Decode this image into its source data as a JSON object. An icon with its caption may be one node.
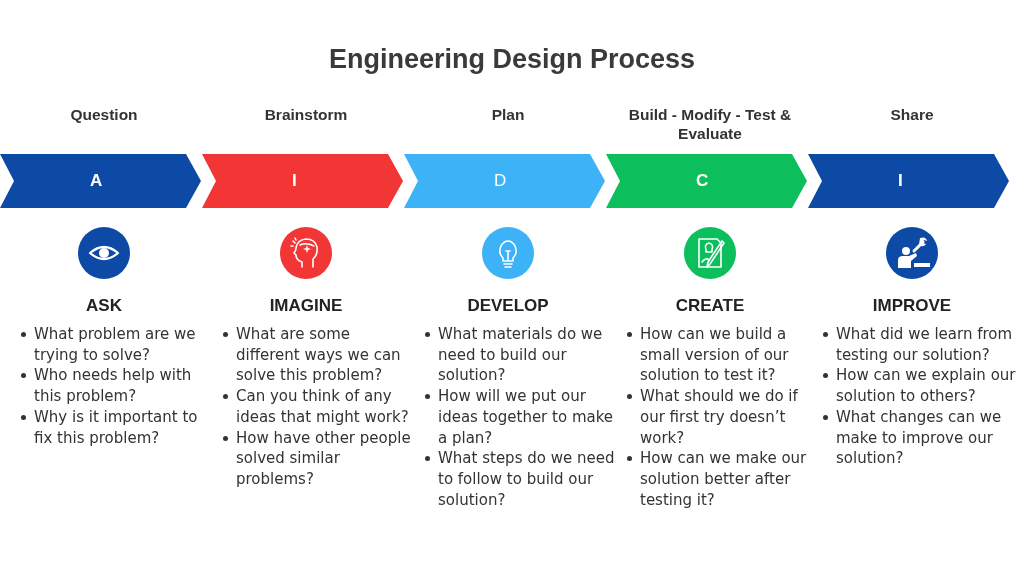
{
  "diagram": {
    "title": "Engineering Design Process",
    "nodes": [
      {
        "text": [
          "A"
        ],
        "beside": [
          "Question"
        ]
      },
      {
        "text": [
          "I"
        ],
        "beside": [
          "Brainstorm"
        ]
      },
      {
        "text": [
          "D"
        ],
        "beside": [
          "Plan"
        ]
      },
      {
        "text": [
          "C"
        ],
        "beside": [
          "Build - Modify - Test & Evaluate"
        ]
      },
      {
        "text": [
          "I"
        ],
        "beside": [
          "Share"
        ]
      }
    ],
    "edges": [],
    "labels": [
      "ASK",
      "IMAGINE",
      "DEVELOP",
      "CREATE",
      "IMPROVE",
      "What problem are we trying to solve?",
      "Who needs help with this problem?",
      "Why is it important to fix this problem?",
      "What are some different ways we can solve this problem?",
      "Can you think of any ideas that might work?",
      "How have other people solved similar problems?",
      "What materials do we need to build our solution?",
      "How will we put our ideas together to make a plan?",
      "What steps do we need to follow to build our solution?",
      "How can we build a small version of our solution to test it?",
      "What should we do if our first try doesn’t work?",
      "How can we make our solution better after testing it?",
      "What did we learn from testing our solution?",
      "How can we explain our solution to others?",
      "What changes can we make to improve our solution?"
    ]
  }
}
